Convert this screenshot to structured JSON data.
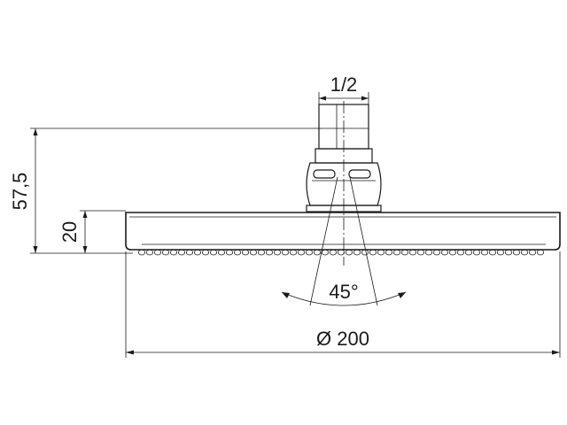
{
  "drawing": {
    "labels": {
      "thread": "1/2",
      "total_height": "57,5",
      "head_thickness": "20",
      "spray_angle": "45°",
      "diameter": "Ø 200"
    },
    "colors": {
      "line": "#1a1a1a",
      "background": "#ffffff"
    }
  }
}
